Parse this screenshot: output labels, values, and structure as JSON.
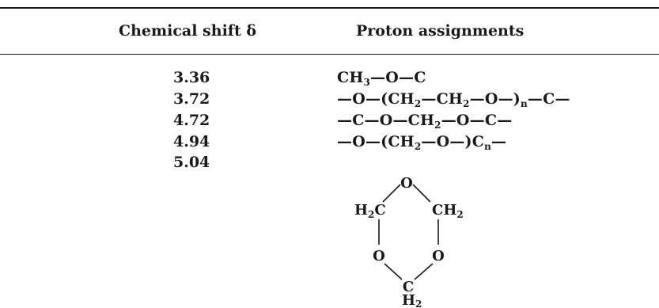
{
  "table": {
    "headers": {
      "shift": "Chemical shift δ",
      "proton": "Proton assignments"
    },
    "rows": [
      {
        "shift": "3.36",
        "parts": [
          "CH",
          "3",
          "—O—C"
        ]
      },
      {
        "shift": "3.72",
        "parts": [
          "—O—(CH",
          "2",
          "—CH",
          "2",
          "—O—)",
          "n",
          "—C—"
        ]
      },
      {
        "shift": "4.72",
        "parts": [
          "—C—O—CH",
          "2",
          "—O—C—"
        ]
      },
      {
        "shift": "4.94",
        "parts": [
          "—O—(CH",
          "2",
          "—O—)C",
          "n",
          "—"
        ]
      },
      {
        "shift": "5.04"
      }
    ],
    "ring": {
      "top_atom": "O",
      "left_atom": "H",
      "left_sub": "2",
      "left_c": "C",
      "right_atom": "CH",
      "right_sub": "2",
      "lower_left_atom": "O",
      "lower_right_atom": "O",
      "bottom_atom": "C",
      "bottom_h": "H",
      "bottom_sub": "2"
    }
  }
}
